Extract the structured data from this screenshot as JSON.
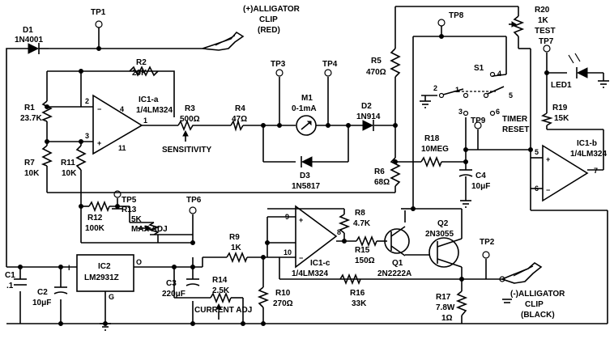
{
  "labels": {
    "d1": [
      "D1",
      "1N4001"
    ],
    "tp1": "TP1",
    "clip_red": [
      "(+)ALLIGATOR",
      "CLIP",
      "(RED)"
    ],
    "r2": [
      "R2",
      "20K"
    ],
    "ic1a": [
      "IC1-a",
      "1/4LM324"
    ],
    "r1": [
      "R1",
      "23.7K"
    ],
    "r7": [
      "R7",
      "10K"
    ],
    "r11": [
      "R11",
      "10K"
    ],
    "r3": [
      "R3",
      "500Ω"
    ],
    "sensitivity": "SENSITIVITY",
    "r4": [
      "R4",
      "47Ω"
    ],
    "tp3": "TP3",
    "tp4": "TP4",
    "m1": [
      "M1",
      "0-1mA"
    ],
    "d2": [
      "D2",
      "1N914"
    ],
    "d3": [
      "D3",
      "1N5817"
    ],
    "r5": [
      "R5",
      "470Ω"
    ],
    "r6": [
      "R6",
      "68Ω"
    ],
    "tp8": "TP8",
    "r20": [
      "R20",
      "1K",
      "TEST"
    ],
    "tp7": "TP7",
    "led1": "LED1",
    "s1": "S1",
    "timer_reset": [
      "TIMER",
      "RESET"
    ],
    "tp9": "TP9",
    "r18": [
      "R18",
      "10MEG"
    ],
    "c4": [
      "C4",
      "10μF"
    ],
    "r19": [
      "R19",
      "15K"
    ],
    "ic1b": [
      "IC1-b",
      "1/4LM324"
    ],
    "r12": [
      "R12",
      "100K"
    ],
    "tp5": "TP5",
    "r13": [
      "R13",
      "5K",
      "MAX ADJ"
    ],
    "tp6": "TP6",
    "r8": [
      "R8",
      "4.7K"
    ],
    "q2": [
      "Q2",
      "2N3055"
    ],
    "tp2": "TP2",
    "r9": [
      "R9",
      "1K"
    ],
    "ic1c": [
      "IC1-c",
      "1/4LM324"
    ],
    "r15": [
      "R15",
      "150Ω"
    ],
    "q1": [
      "Q1",
      "2N2222A"
    ],
    "c1": [
      "C1",
      ".1"
    ],
    "c2": [
      "C2",
      "10μF"
    ],
    "ic2": [
      "IC2",
      "LM2931Z"
    ],
    "c3": [
      "C3",
      "220μF"
    ],
    "r14": [
      "R14",
      "2.5K",
      "CURRENT ADJ"
    ],
    "r10": [
      "R10",
      "270Ω"
    ],
    "r16": [
      "R16",
      "33K"
    ],
    "r17": [
      "R17",
      "7.8W",
      "1Ω"
    ],
    "clip_black": [
      "(-)ALLIGATOR",
      "CLIP",
      "(BLACK)"
    ],
    "pins": [
      "2",
      "3",
      "4",
      "1",
      "11",
      "5",
      "6",
      "7",
      "9",
      "10",
      "8",
      "I",
      "O",
      "G",
      "2",
      "3",
      "1",
      "4",
      "5",
      "6"
    ]
  }
}
